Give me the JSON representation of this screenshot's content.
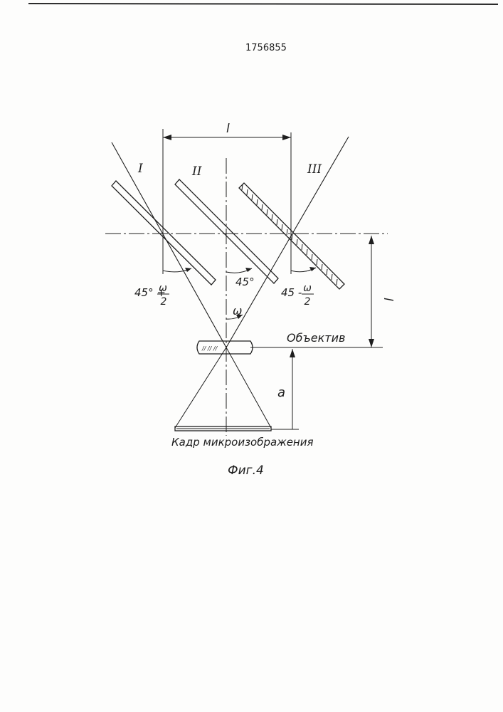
{
  "document": {
    "patent_number": "1756855",
    "figure_caption": "Фиг.4"
  },
  "diagram": {
    "dimension_top": "l",
    "dimension_right": "l",
    "dimension_left_bottom": "a",
    "mirror_labels": [
      "III",
      "II",
      "I"
    ],
    "angle_labels": {
      "left_main": "45° +",
      "left_frac_num": "ω",
      "left_frac_den": "2",
      "center": "45°",
      "right_main": "45 -",
      "right_frac_num": "ω",
      "right_frac_den": "2",
      "field": "ω"
    },
    "lens_label": "Объектив",
    "frame_label": "Кадр микроизображения"
  }
}
